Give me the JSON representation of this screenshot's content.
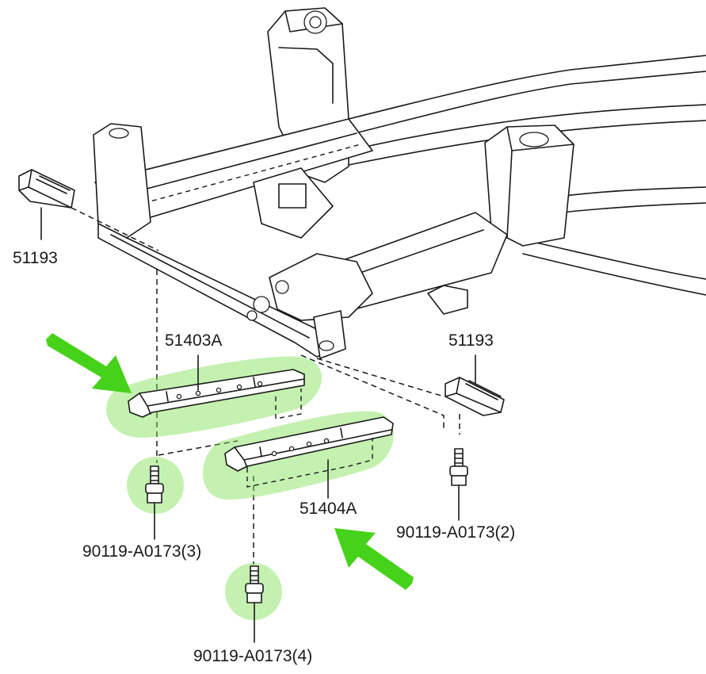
{
  "parts": [
    {
      "id": "bump-stopper-left",
      "number": "51193",
      "highlighted": false
    },
    {
      "id": "bump-stopper-right",
      "number": "51193",
      "highlighted": false
    },
    {
      "id": "rear-crossmember-bracket",
      "number": "51403A",
      "highlighted": true
    },
    {
      "id": "front-crossmember-bracket",
      "number": "51404A",
      "highlighted": true
    },
    {
      "id": "bolt-a",
      "number": "90119-A0173(3)",
      "highlighted": true
    },
    {
      "id": "bolt-b",
      "number": "90119-A0173(4)",
      "highlighted": true
    },
    {
      "id": "bolt-c",
      "number": "90119-A0173(2)",
      "highlighted": false
    }
  ],
  "colors": {
    "highlight": "#7de04f",
    "arrow": "#46d21a",
    "line": "#1a1a1a"
  }
}
